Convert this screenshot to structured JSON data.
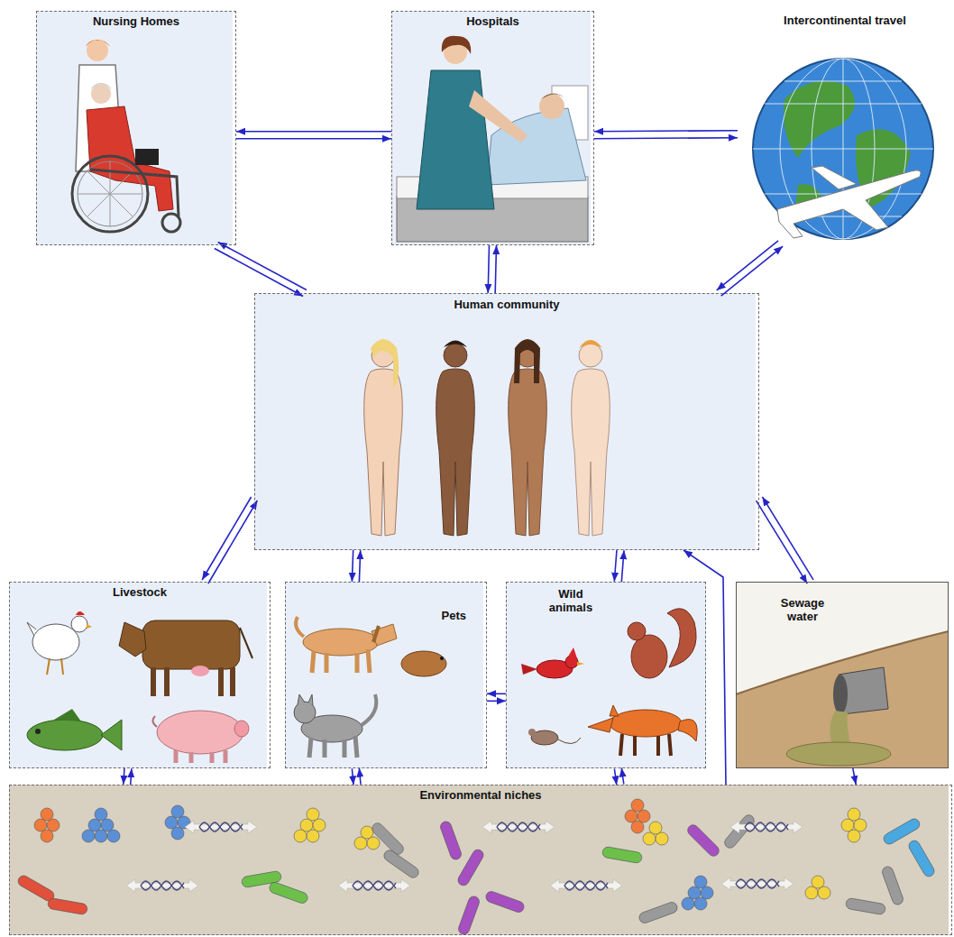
{
  "diagram": {
    "nodes": [
      {
        "text": [
          "Nursing Homes"
        ]
      },
      {
        "text": [
          "Hospitals"
        ]
      },
      {
        "text": [
          "Intercontinental travel"
        ]
      },
      {
        "text": [
          "Human community"
        ]
      },
      {
        "text": [
          "Livestock"
        ]
      },
      {
        "text": [
          "Pets"
        ]
      },
      {
        "text": [
          "Wild animals"
        ]
      },
      {
        "text": [
          "Sewage water"
        ]
      },
      {
        "text": [
          "Environmental niches"
        ]
      }
    ],
    "edges": [
      {
        "from": 0,
        "to": 1,
        "arrow": "to"
      },
      {
        "from": 1,
        "to": 0,
        "arrow": "to"
      },
      {
        "from": 1,
        "to": 2,
        "arrow": "to"
      },
      {
        "from": 2,
        "to": 1,
        "arrow": "to"
      },
      {
        "from": 0,
        "to": 3,
        "arrow": "to"
      },
      {
        "from": 3,
        "to": 0,
        "arrow": "to"
      },
      {
        "from": 1,
        "to": 3,
        "arrow": "to"
      },
      {
        "from": 3,
        "to": 1,
        "arrow": "to"
      },
      {
        "from": 2,
        "to": 3,
        "arrow": "to"
      },
      {
        "from": 3,
        "to": 2,
        "arrow": "to"
      },
      {
        "from": 3,
        "to": 4,
        "arrow": "to"
      },
      {
        "from": 4,
        "to": 3,
        "arrow": "to"
      },
      {
        "from": 3,
        "to": 5,
        "arrow": "to"
      },
      {
        "from": 5,
        "to": 3,
        "arrow": "to"
      },
      {
        "from": 3,
        "to": 6,
        "arrow": "to"
      },
      {
        "from": 6,
        "to": 3,
        "arrow": "to"
      },
      {
        "from": 3,
        "to": 7,
        "arrow": "to"
      },
      {
        "from": 7,
        "to": 3,
        "arrow": "to"
      },
      {
        "from": 5,
        "to": 6,
        "arrow": "to"
      },
      {
        "from": 6,
        "to": 5,
        "arrow": "to"
      },
      {
        "from": 4,
        "to": 8,
        "arrow": "to"
      },
      {
        "from": 8,
        "to": 4,
        "arrow": "to"
      },
      {
        "from": 5,
        "to": 8,
        "arrow": "to"
      },
      {
        "from": 8,
        "to": 5,
        "arrow": "to"
      },
      {
        "from": 6,
        "to": 8,
        "arrow": "to"
      },
      {
        "from": 8,
        "to": 6,
        "arrow": "to"
      },
      {
        "from": 8,
        "to": 3,
        "arrow": "to"
      },
      {
        "from": 7,
        "to": 8,
        "arrow": "to"
      }
    ]
  }
}
